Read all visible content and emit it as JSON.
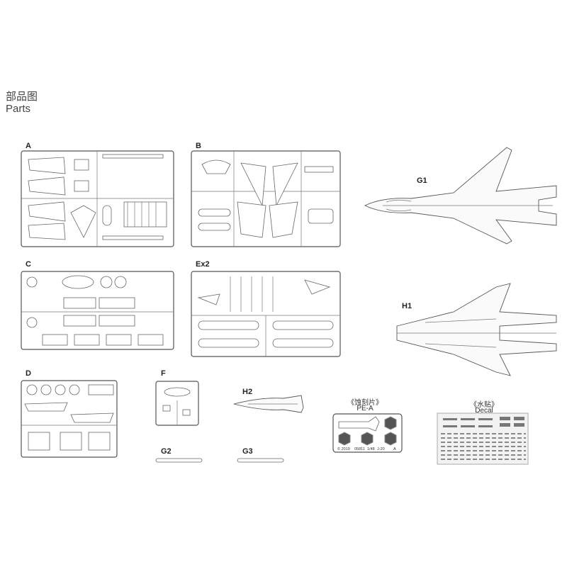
{
  "header": {
    "title_cn": "部品图",
    "title_en": "Parts"
  },
  "sprues": {
    "A": "A",
    "B": "B",
    "C": "C",
    "Ex2": "Ex2",
    "D": "D",
    "F": "F"
  },
  "parts": {
    "G1": "G1",
    "H1": "H1",
    "H2": "H2",
    "G2": "G2",
    "G3": "G3"
  },
  "pe": {
    "label_cn": "《蚀刻片》",
    "label_en": "PE-A",
    "copyright": "© 2019",
    "code": "05811",
    "scale": "1/48",
    "model": "J-20",
    "sheet_mark": "A"
  },
  "decal": {
    "label_cn": "《水贴》",
    "label_en": "Decal"
  }
}
